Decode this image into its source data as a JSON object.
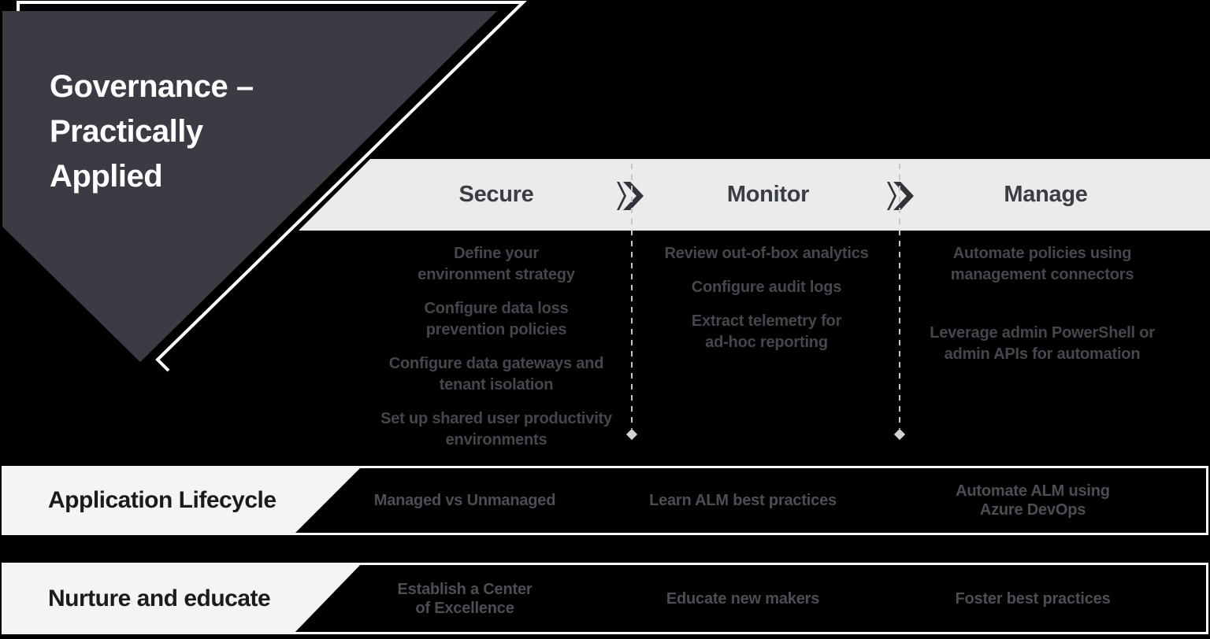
{
  "banner": {
    "title": "Governance –\nPractically\nApplied"
  },
  "process": {
    "arrow_icon": "chevron-right",
    "steps": [
      {
        "label": "Secure",
        "items": [
          "Define your\nenvironment strategy",
          "Configure data loss\nprevention policies",
          "Configure data gateways and\ntenant isolation",
          "Set up shared user productivity\nenvironments"
        ]
      },
      {
        "label": "Monitor",
        "items": [
          "Review out-of-box analytics",
          "Configure audit logs",
          "Extract telemetry for\nad-hoc reporting"
        ]
      },
      {
        "label": "Manage",
        "items": [
          "Automate policies using\nmanagement connectors",
          "Leverage admin PowerShell or\nadmin APIs for automation"
        ]
      }
    ]
  },
  "rows": [
    {
      "label": "Application Lifecycle",
      "cells": [
        "Managed vs Unmanaged",
        "Learn ALM best practices",
        "Automate ALM using\nAzure DevOps"
      ]
    },
    {
      "label": "Nurture and educate",
      "cells": [
        "Establish a Center\nof Excellence",
        "Educate new makers",
        "Foster best practices"
      ]
    }
  ],
  "colors": {
    "background": "#000000",
    "pennant": "#3B3B43",
    "header_bar": "#EBEBEC",
    "band_label_bg": "#F4F4F4",
    "outline": "#FFFFFF",
    "muted_text": "#45474E",
    "arrow": "#33343B"
  }
}
